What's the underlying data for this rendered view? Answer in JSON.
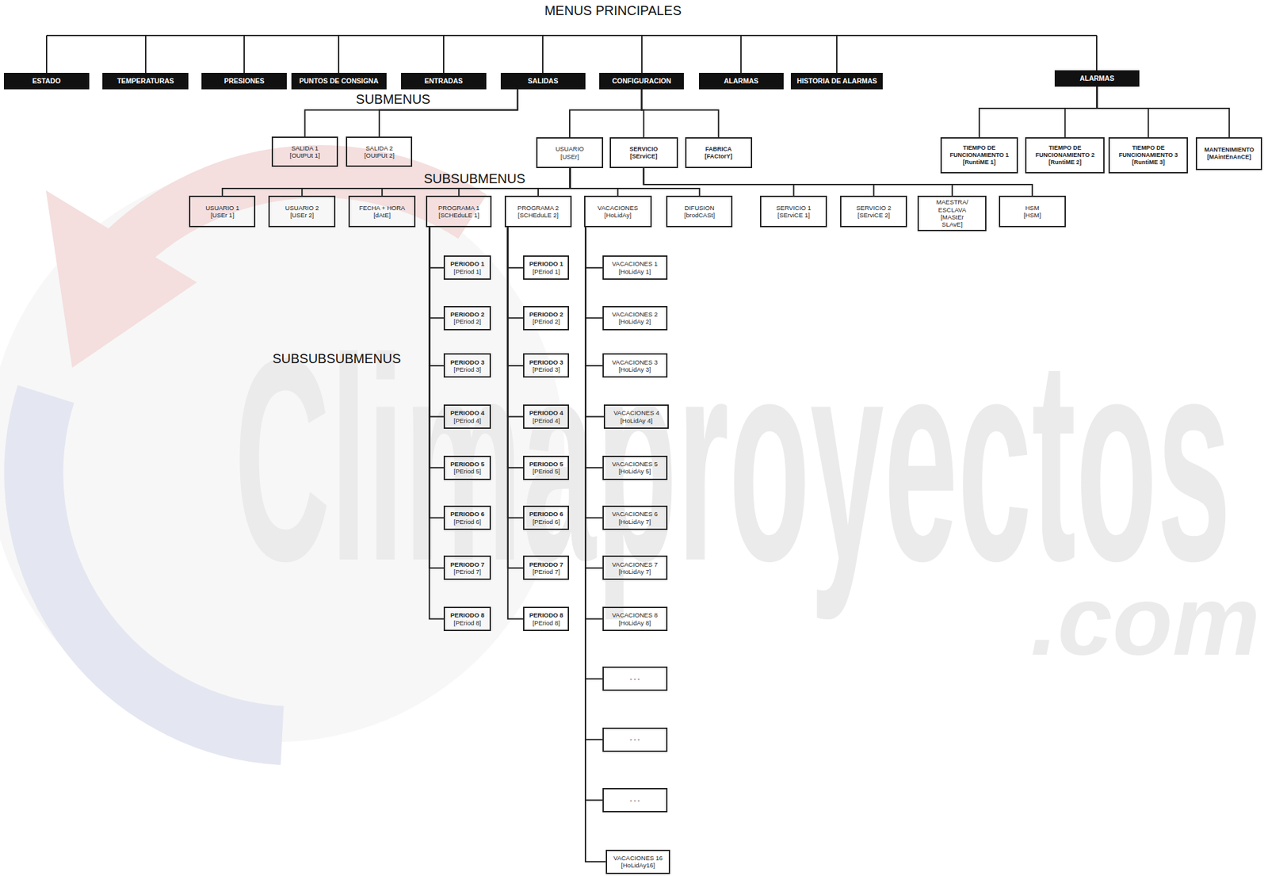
{
  "diagram": {
    "title": "MENUS PRINCIPALES",
    "nodes": [
      {
        "text": [
          "ESTADO"
        ]
      },
      {
        "text": [
          "TEMPERATURAS"
        ]
      },
      {
        "text": [
          "PRESIONES"
        ]
      },
      {
        "text": [
          "PUNTOS DE CONSIGNA"
        ]
      },
      {
        "text": [
          "ENTRADAS"
        ]
      },
      {
        "text": [
          "SALIDAS"
        ]
      },
      {
        "text": [
          "CONFIGURACION"
        ]
      },
      {
        "text": [
          "ALARMAS"
        ]
      },
      {
        "text": [
          "HISTORIA DE ALARMAS"
        ]
      },
      {
        "text": [
          "ALARMAS"
        ]
      },
      {
        "text": [
          "SALIDA 1",
          "[OUtPUt 1]"
        ]
      },
      {
        "text": [
          "SALIDA 2",
          "[OUtPUt 2]"
        ]
      },
      {
        "text": [
          "USUARIO",
          "[USEr]"
        ]
      },
      {
        "text": [
          "SERVICIO",
          "[SErviCE]"
        ]
      },
      {
        "text": [
          "FABRICA",
          "[FACtorY]"
        ]
      },
      {
        "text": [
          "TIEMPO DE FUNCIONAMIENTO 1",
          "[RuntiME 1]"
        ]
      },
      {
        "text": [
          "TIEMPO DE FUNCIONAMIENTO 2",
          "[RuntiME 2]"
        ]
      },
      {
        "text": [
          "TIEMPO DE FUNCIONAMIENTO 3",
          "[RuntiME 3]"
        ]
      },
      {
        "text": [
          "MANTENIMIENTO",
          "[MAintEnAnCE]"
        ]
      },
      {
        "text": [
          "USUARIO 1",
          "[USEr 1]"
        ]
      },
      {
        "text": [
          "USUARIO 2",
          "[USEr 2]"
        ]
      },
      {
        "text": [
          "FECHA + HORA",
          "[dAtE]"
        ]
      },
      {
        "text": [
          "PROGRAMA 1",
          "[SCHEduLE 1]"
        ]
      },
      {
        "text": [
          "PROGRAMA 2",
          "[SCHEduLE 2]"
        ]
      },
      {
        "text": [
          "VACACIONES",
          "[HoLidAy]"
        ]
      },
      {
        "text": [
          "DIFUSION",
          "[brodCASt]"
        ]
      },
      {
        "text": [
          "SERVICIO 1",
          "[SErviCE 1]"
        ]
      },
      {
        "text": [
          "SERVICIO 2",
          "[SErviCE 2]"
        ]
      },
      {
        "text": [
          "MAESTRA/ ESCLAVA",
          "[MAStEr SLAvE]"
        ]
      },
      {
        "text": [
          "HSM",
          "[HSM]"
        ]
      },
      {
        "text": [
          "PERIODO 1",
          "[PEriod 1]"
        ]
      },
      {
        "text": [
          "PERIODO 2",
          "[PEriod 2]"
        ]
      },
      {
        "text": [
          "PERIODO 3",
          "[PEriod 3]"
        ]
      },
      {
        "text": [
          "PERIODO 4",
          "[PEriod 4]"
        ]
      },
      {
        "text": [
          "PERIODO 5",
          "[PEriod 5]"
        ]
      },
      {
        "text": [
          "PERIODO 6",
          "[PEriod 6]"
        ]
      },
      {
        "text": [
          "PERIODO 7",
          "[PEriod 7]"
        ]
      },
      {
        "text": [
          "PERIODO 8",
          "[PEriod 8]"
        ]
      },
      {
        "text": [
          "PERIODO 1",
          "[PEriod 1]"
        ]
      },
      {
        "text": [
          "PERIODO 2",
          "[PEriod 2]"
        ]
      },
      {
        "text": [
          "PERIODO 3",
          "[PEriod 3]"
        ]
      },
      {
        "text": [
          "PERIODO 4",
          "[PEriod 4]"
        ]
      },
      {
        "text": [
          "PERIODO 5",
          "[PEriod 5]"
        ]
      },
      {
        "text": [
          "PERIODO 6",
          "[PEriod 6]"
        ]
      },
      {
        "text": [
          "PERIODO 7",
          "[PEriod 7]"
        ]
      },
      {
        "text": [
          "PERIODO 8",
          "[PEriod 8]"
        ]
      },
      {
        "text": [
          "VACACIONES 1",
          "[HoLidAy 1]"
        ]
      },
      {
        "text": [
          "VACACIONES 2",
          "[HoLidAy 2]"
        ]
      },
      {
        "text": [
          "VACACIONES 3",
          "[HoLidAy 3]"
        ]
      },
      {
        "text": [
          "VACACIONES 4",
          "[HoLidAy 4]"
        ]
      },
      {
        "text": [
          "VACACIONES 5",
          "[HoLidAy 5]"
        ]
      },
      {
        "text": [
          "VACACIONES 6",
          "[HoLidAy 7]"
        ]
      },
      {
        "text": [
          "VACACIONES 7",
          "[HoLidAy 7]"
        ]
      },
      {
        "text": [
          "VACACIONES 8",
          "[HoLidAy 8]"
        ]
      },
      {
        "text": [
          "- - -"
        ]
      },
      {
        "text": [
          "- - -"
        ]
      },
      {
        "text": [
          "- - -"
        ]
      },
      {
        "text": [
          "VACACIONES 16",
          "[HoLidAy16]"
        ]
      }
    ],
    "edges": [
      {
        "from": 5,
        "to": 10,
        "arrow": "none"
      },
      {
        "from": 5,
        "to": 11,
        "arrow": "none"
      },
      {
        "from": 6,
        "to": 12,
        "arrow": "none"
      },
      {
        "from": 6,
        "to": 13,
        "arrow": "none"
      },
      {
        "from": 6,
        "to": 14,
        "arrow": "none"
      },
      {
        "from": 9,
        "to": 15,
        "arrow": "none"
      },
      {
        "from": 9,
        "to": 16,
        "arrow": "none"
      },
      {
        "from": 9,
        "to": 17,
        "arrow": "none"
      },
      {
        "from": 9,
        "to": 18,
        "arrow": "none"
      },
      {
        "from": 12,
        "to": 19,
        "arrow": "none"
      },
      {
        "from": 12,
        "to": 20,
        "arrow": "none"
      },
      {
        "from": 12,
        "to": 21,
        "arrow": "none"
      },
      {
        "from": 12,
        "to": 22,
        "arrow": "none"
      },
      {
        "from": 12,
        "to": 23,
        "arrow": "none"
      },
      {
        "from": 12,
        "to": 24,
        "arrow": "none"
      },
      {
        "from": 12,
        "to": 25,
        "arrow": "none"
      },
      {
        "from": 13,
        "to": 26,
        "arrow": "none"
      },
      {
        "from": 13,
        "to": 27,
        "arrow": "none"
      },
      {
        "from": 13,
        "to": 28,
        "arrow": "none"
      },
      {
        "from": 13,
        "to": 29,
        "arrow": "none"
      },
      {
        "from": 22,
        "to": 30,
        "arrow": "none"
      },
      {
        "from": 22,
        "to": 31,
        "arrow": "none"
      },
      {
        "from": 22,
        "to": 32,
        "arrow": "none"
      },
      {
        "from": 22,
        "to": 33,
        "arrow": "none"
      },
      {
        "from": 22,
        "to": 34,
        "arrow": "none"
      },
      {
        "from": 22,
        "to": 35,
        "arrow": "none"
      },
      {
        "from": 22,
        "to": 36,
        "arrow": "none"
      },
      {
        "from": 22,
        "to": 37,
        "arrow": "none"
      },
      {
        "from": 23,
        "to": 38,
        "arrow": "none"
      },
      {
        "from": 23,
        "to": 39,
        "arrow": "none"
      },
      {
        "from": 23,
        "to": 40,
        "arrow": "none"
      },
      {
        "from": 23,
        "to": 41,
        "arrow": "none"
      },
      {
        "from": 23,
        "to": 42,
        "arrow": "none"
      },
      {
        "from": 23,
        "to": 43,
        "arrow": "none"
      },
      {
        "from": 23,
        "to": 44,
        "arrow": "none"
      },
      {
        "from": 23,
        "to": 45,
        "arrow": "none"
      },
      {
        "from": 24,
        "to": 46,
        "arrow": "none"
      },
      {
        "from": 24,
        "to": 47,
        "arrow": "none"
      },
      {
        "from": 24,
        "to": 48,
        "arrow": "none"
      },
      {
        "from": 24,
        "to": 49,
        "arrow": "none"
      },
      {
        "from": 24,
        "to": 50,
        "arrow": "none"
      },
      {
        "from": 24,
        "to": 51,
        "arrow": "none"
      },
      {
        "from": 24,
        "to": 52,
        "arrow": "none"
      },
      {
        "from": 24,
        "to": 53,
        "arrow": "none"
      },
      {
        "from": 24,
        "to": 54,
        "arrow": "none"
      },
      {
        "from": 24,
        "to": 55,
        "arrow": "none"
      },
      {
        "from": 24,
        "to": 56,
        "arrow": "none"
      },
      {
        "from": 24,
        "to": 57,
        "arrow": "none"
      }
    ],
    "labels": [
      "SUBMENUS",
      "SUBSUBMENUS",
      "SUBSUBSUBMENUS",
      "Climaproyectos",
      ".com"
    ]
  }
}
